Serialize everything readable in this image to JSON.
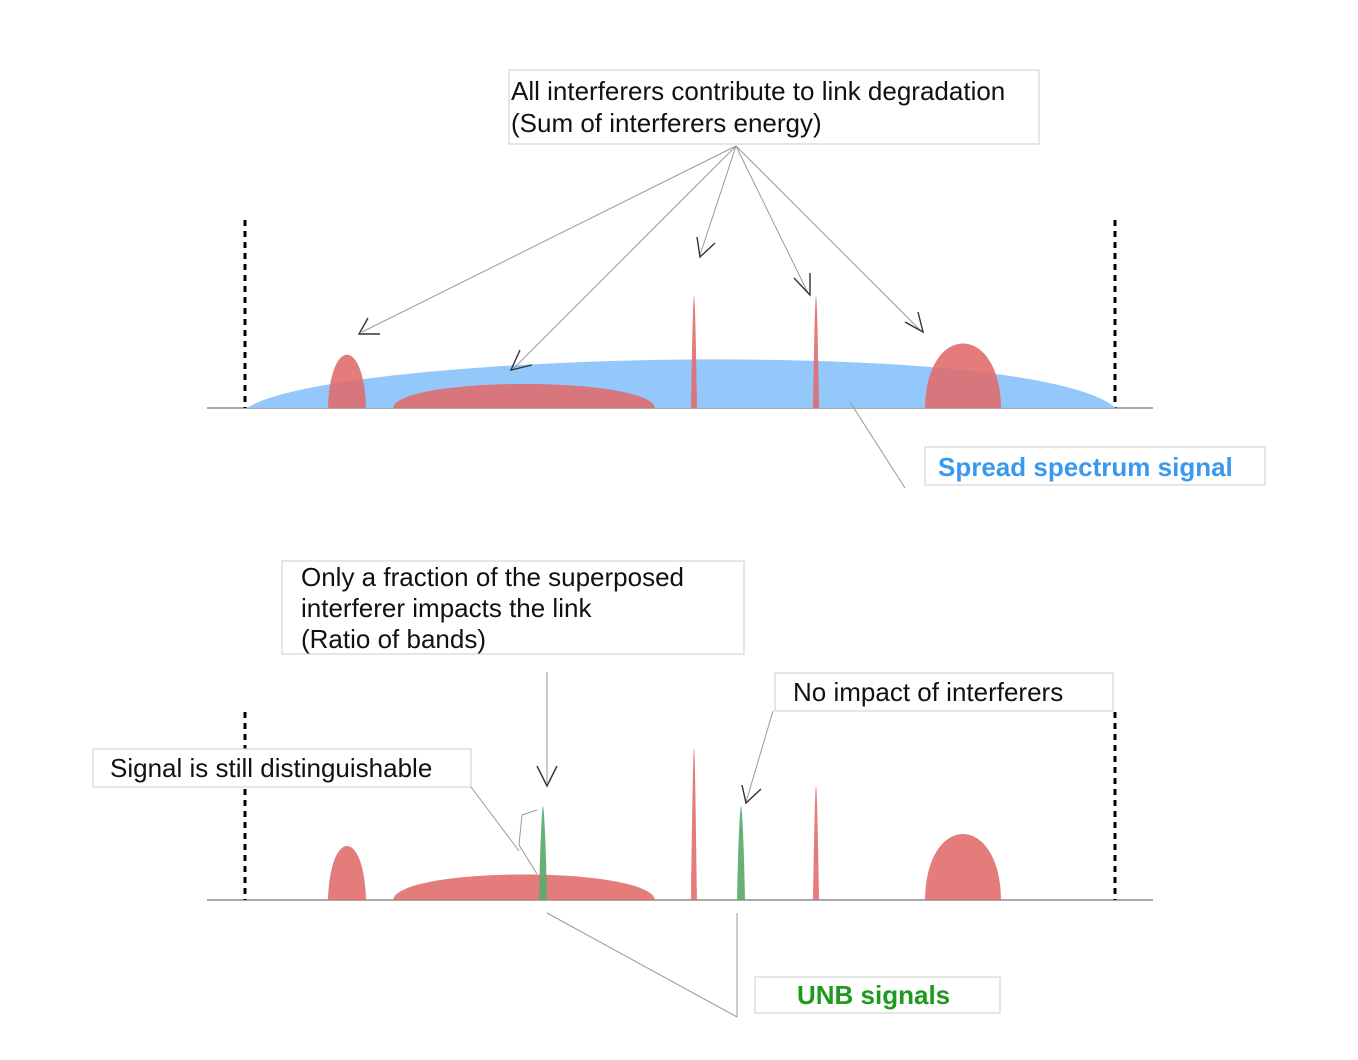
{
  "top_panel": {
    "annotation_line1": "All interferers contribute to link degradation",
    "annotation_line2": "(Sum of interferers energy)",
    "signal_label": "Spread spectrum signal"
  },
  "bottom_panel": {
    "fraction_line1": "Only a fraction of the superposed",
    "fraction_line2": "interferer impacts the link",
    "fraction_line3": "(Ratio of bands)",
    "no_impact_label": "No impact of interferers",
    "distinguishable_label": "Signal is still distinguishable",
    "unb_label": "UNB signals"
  },
  "colors": {
    "interferer": "#e06a6a",
    "spread_spectrum": "#8ec5fa",
    "unb_signal": "#5aaa6e",
    "spread_label": "#3a99ee",
    "unb_label": "#1f9a1f"
  }
}
